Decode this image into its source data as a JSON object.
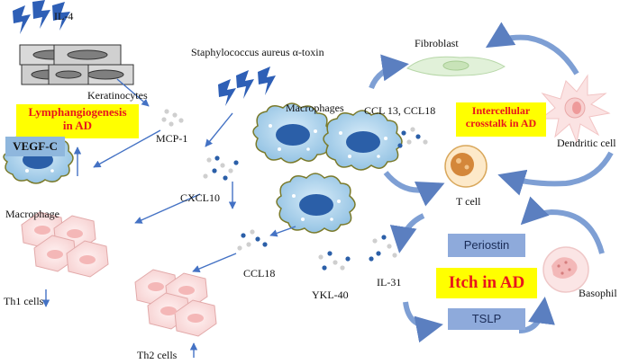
{
  "labels": {
    "il4": "IL-4",
    "keratinocytes": "Keratinocytes",
    "mcp1": "MCP-1",
    "macrophage_left": "Macrophage",
    "cxcl10": "CXCL10",
    "th1": "Th1 cells",
    "staph": "Staphylococcus aureus α-toxin",
    "macrophages": "Macrophages",
    "ccl18": "CCL18",
    "th2": "Th2 cells",
    "ykl40": "YKL-40",
    "fibroblast": "Fibroblast",
    "ccl13_ccl18": "CCL 13, CCL18",
    "dendritic": "Dendritic cell",
    "tcell": "T cell",
    "il31": "IL-31",
    "basophil": "Basophil"
  },
  "boxes": {
    "lymphangiogenesis": [
      "Lymphangiogenesis",
      "in AD"
    ],
    "vegfc": "VEGF-C",
    "crosstalk": [
      "Intercellular",
      "crosstalk in AD"
    ],
    "periostin": "Periostin",
    "itch": "Itch in AD",
    "tslp": "TSLP"
  },
  "colors": {
    "highlight_yellow": "#ffff00",
    "highlight_red_text": "#e8161b",
    "cytokine_blue": "#8eaadb",
    "arrow_blue": "#4472c4",
    "macrophage_fill": "#a9cce8",
    "th_cell_pink": "#f9dcdc"
  },
  "icons": [
    "lightning-bolt-icon",
    "keratinocyte-cell-icon",
    "macrophage-cell-icon",
    "t-helper-cell-icon",
    "fibroblast-icon",
    "dendritic-cell-icon",
    "t-cell-icon",
    "basophil-icon",
    "chemokine-dots-icon"
  ]
}
